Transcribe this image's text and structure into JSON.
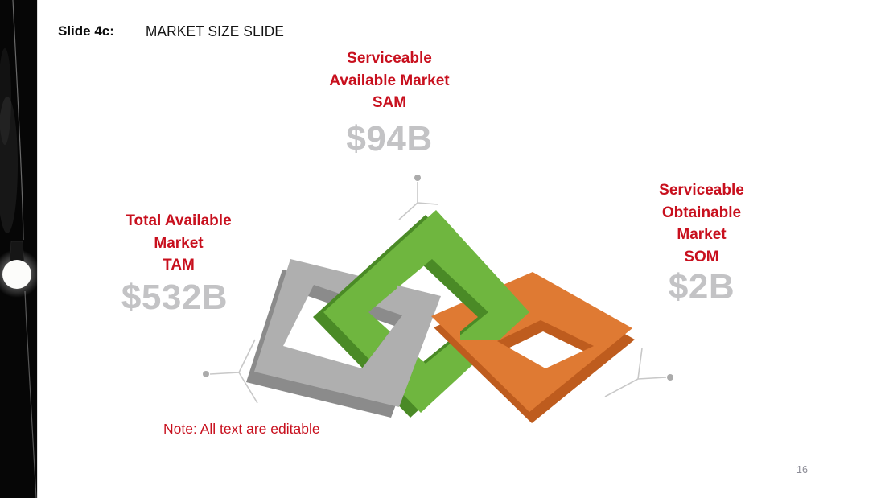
{
  "header": {
    "slide_label": "Slide 4c:",
    "title": "MARKET SIZE SLIDE"
  },
  "markets": {
    "tam": {
      "name_lines": [
        "Total Available",
        "Market",
        "TAM"
      ],
      "value": "$532B"
    },
    "sam": {
      "name_lines": [
        "Serviceable",
        "Available Market",
        "SAM"
      ],
      "value": "$94B"
    },
    "som": {
      "name_lines": [
        "Serviceable",
        "Obtainable",
        "Market",
        "SOM"
      ],
      "value": "$2B"
    }
  },
  "note": {
    "text": "Note: All text are editable"
  },
  "footer": {
    "page_number": "16"
  },
  "diagram": {
    "description": "Three interlocked 3D square rings",
    "rings": [
      {
        "market": "TAM",
        "color_name": "gray"
      },
      {
        "market": "SAM",
        "color_name": "green"
      },
      {
        "market": "SOM",
        "color_name": "orange"
      }
    ]
  },
  "colors": {
    "label_red": "#C8101E",
    "value_gray": "#C3C3C5",
    "header_black": "#0B0B0B",
    "page_gray": "#8C8C96",
    "ring_gray": "#AFAFAF",
    "ring_gray_dark": "#8B8B8B",
    "ring_green": "#6FB63F",
    "ring_green_dark": "#4A8A26",
    "ring_orange": "#DF7A33",
    "ring_orange_dark": "#BE5C1E",
    "marker_line": "#C8C8C8",
    "marker_dot": "#ABABAB"
  },
  "icons": {
    "left_panel": "lightbulb-image",
    "diagram_markers": "axis-marker"
  }
}
